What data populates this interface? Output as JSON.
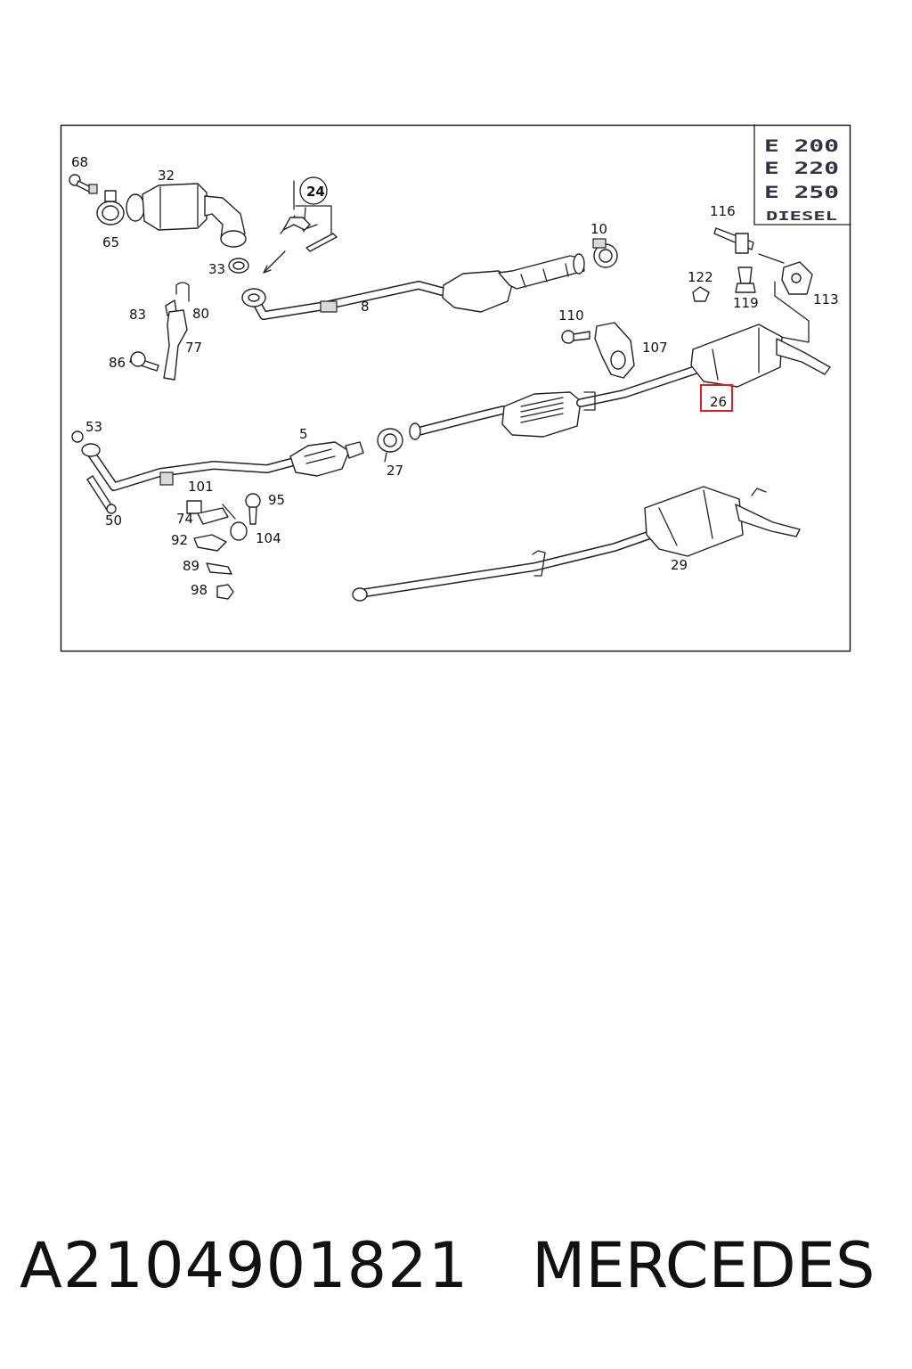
{
  "diagram": {
    "model_badge": [
      "E 200",
      "E 220",
      "E 250",
      "DIESEL"
    ],
    "highlighted_part": "26",
    "highlight_color": "#e02020",
    "parts": [
      "68",
      "32",
      "65",
      "33",
      "24",
      "10",
      "8",
      "83",
      "80",
      "77",
      "86",
      "116",
      "122",
      "119",
      "113",
      "110",
      "107",
      "26",
      "53",
      "5",
      "27",
      "101",
      "95",
      "74",
      "104",
      "92",
      "50",
      "89",
      "98",
      "29"
    ]
  },
  "footer": {
    "part_number": "A2104901821",
    "brand": "MERCEDES"
  }
}
